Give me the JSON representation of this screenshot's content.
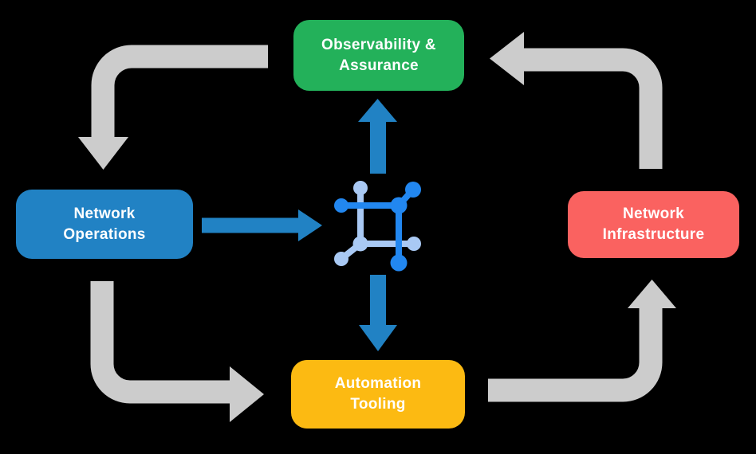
{
  "colors": {
    "background": "#000000",
    "green": "#23b15a",
    "blue": "#2182c4",
    "red": "#fa6260",
    "yellow": "#fcba12",
    "arrow_gray": "#cccccc",
    "icon_blue": "#2287f0",
    "icon_light_blue": "#a9c9f4",
    "label_text": "#ffffff"
  },
  "nodes": {
    "observability": {
      "line1": "Observability &",
      "line2": "Assurance"
    },
    "operations": {
      "line1": "Network",
      "line2": "Operations"
    },
    "infrastructure": {
      "line1": "Network",
      "line2": "Infrastructure"
    },
    "automation": {
      "line1": "Automation",
      "line2": "Tooling"
    }
  },
  "center_icon": {
    "name": "network-hub-icon"
  },
  "flows": [
    {
      "from": "observability-assurance",
      "to": "network-operations",
      "style": "gray-elbow"
    },
    {
      "from": "network-operations",
      "to": "automation-tooling",
      "style": "gray-elbow"
    },
    {
      "from": "automation-tooling",
      "to": "network-infrastructure",
      "style": "gray-elbow"
    },
    {
      "from": "network-infrastructure",
      "to": "observability-assurance",
      "style": "gray-elbow"
    },
    {
      "from": "network-operations",
      "to": "network-hub",
      "style": "blue-straight"
    },
    {
      "from": "network-hub",
      "to": "observability-assurance",
      "style": "blue-straight"
    },
    {
      "from": "network-hub",
      "to": "automation-tooling",
      "style": "blue-straight"
    }
  ]
}
